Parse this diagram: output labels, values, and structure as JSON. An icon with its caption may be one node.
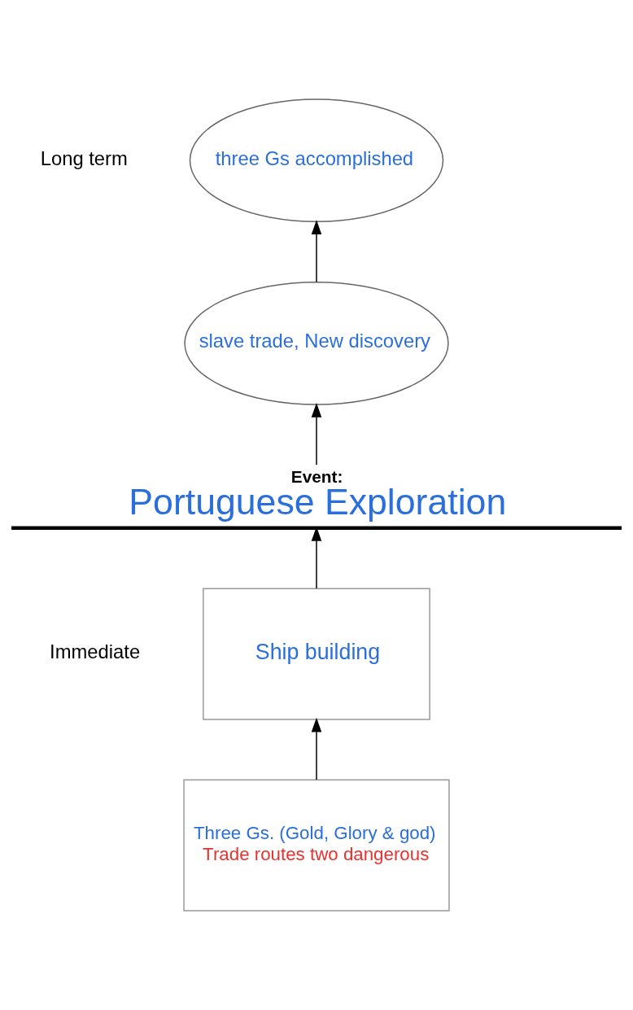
{
  "diagram": {
    "nodes": [
      {
        "text": [
          "three Gs accomplished"
        ]
      },
      {
        "text": [
          "slave trade, New discovery"
        ]
      },
      {
        "text": [
          "Event:",
          "Portuguese Exploration"
        ]
      },
      {
        "text": [
          "Ship building"
        ]
      },
      {
        "text": [
          "Three Gs. (Gold, Glory & god)",
          "Trade routes two dangerous"
        ]
      }
    ],
    "edges": [
      {
        "from": 4,
        "to": 3,
        "arrow": "to"
      },
      {
        "from": 3,
        "to": 2,
        "arrow": "to"
      },
      {
        "from": 2,
        "to": 1,
        "arrow": "to"
      },
      {
        "from": 1,
        "to": 0,
        "arrow": "to"
      }
    ],
    "labels": [
      "Long term",
      "Immediate"
    ]
  }
}
